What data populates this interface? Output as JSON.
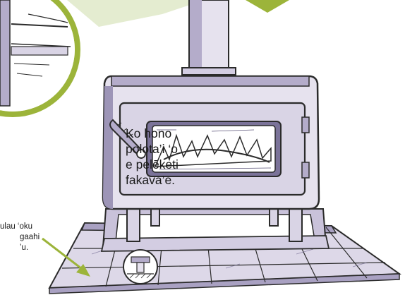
{
  "captions": {
    "stove_note": {
      "lines": [
        "Ko hono",
        "polota’i ‘o",
        "e pelēketi",
        "fakava’e."
      ]
    },
    "floor_note": {
      "lines": [
        "ulau ‘oku",
        "gaahi",
        "’u."
      ]
    }
  },
  "colors": {
    "outline": "#2b2b2b",
    "stove_fill": "#e6e2ee",
    "stove_shade": "#9d95b7",
    "hearth_fill": "#ddd8e8",
    "hearth_shade": "#a9a1c2",
    "callout_circle": "#9cb43a",
    "arrow": "#9cb43a",
    "banner": "#e4ecd0",
    "fire": "#ffffff"
  },
  "icons": [
    "door-handle-icon",
    "leveling-foot-detail-icon",
    "pointer-arrow-icon",
    "down-triangle-icon"
  ]
}
